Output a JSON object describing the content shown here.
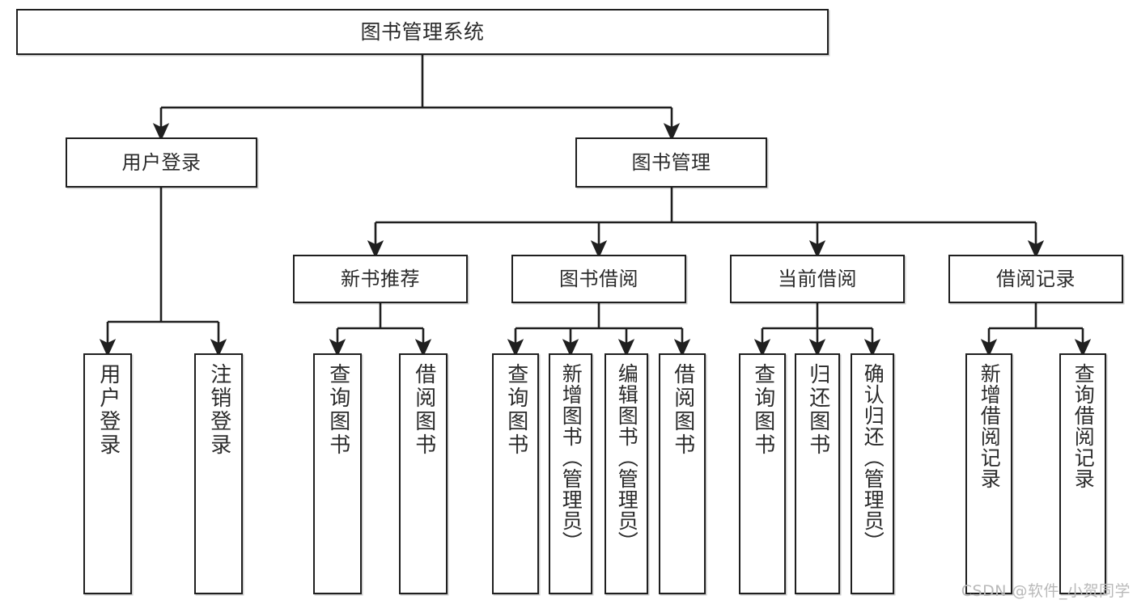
{
  "diagram": {
    "title": "图书管理系统",
    "type": "tree-hierarchy-chart",
    "watermark": "CSDN @软件_小贺同学",
    "colors": {
      "box_border": "#1f1f1f",
      "box_fill": "#ffffff",
      "text": "#2b2b2b",
      "edge": "#1f1f1f",
      "watermark": "#b9b9b9",
      "background": "#ffffff"
    },
    "root": {
      "id": "root",
      "label": "图书管理系统"
    },
    "level2": [
      {
        "id": "user-login",
        "label": "用户登录"
      },
      {
        "id": "book-manage",
        "label": "图书管理"
      }
    ],
    "level3": [
      {
        "id": "new-book-rec",
        "label": "新书推荐",
        "parent": "book-manage"
      },
      {
        "id": "book-borrow",
        "label": "图书借阅",
        "parent": "book-manage"
      },
      {
        "id": "current-borrow",
        "label": "当前借阅",
        "parent": "book-manage"
      },
      {
        "id": "borrow-record",
        "label": "借阅记录",
        "parent": "book-manage"
      }
    ],
    "leaves": {
      "user-login": [
        {
          "id": "leaf-user-login",
          "label": "用户登录"
        },
        {
          "id": "leaf-logout",
          "label": "注销登录"
        }
      ],
      "new-book-rec": [
        {
          "id": "leaf-query-book-1",
          "label": "查询图书"
        },
        {
          "id": "leaf-borrow-book-1",
          "label": "借阅图书"
        }
      ],
      "book-borrow": [
        {
          "id": "leaf-query-book-2",
          "label": "查询图书"
        },
        {
          "id": "leaf-add-book",
          "label": "新增图书（管理员）"
        },
        {
          "id": "leaf-edit-book",
          "label": "编辑图书（管理员）"
        },
        {
          "id": "leaf-borrow-book-2",
          "label": "借阅图书"
        }
      ],
      "current-borrow": [
        {
          "id": "leaf-query-book-3",
          "label": "查询图书"
        },
        {
          "id": "leaf-return-book",
          "label": "归还图书"
        },
        {
          "id": "leaf-confirm-return",
          "label": "确认归还（管理员）"
        }
      ],
      "borrow-record": [
        {
          "id": "leaf-add-record",
          "label": "新增借阅记录"
        },
        {
          "id": "leaf-query-record",
          "label": "查询借阅记录"
        }
      ]
    }
  }
}
